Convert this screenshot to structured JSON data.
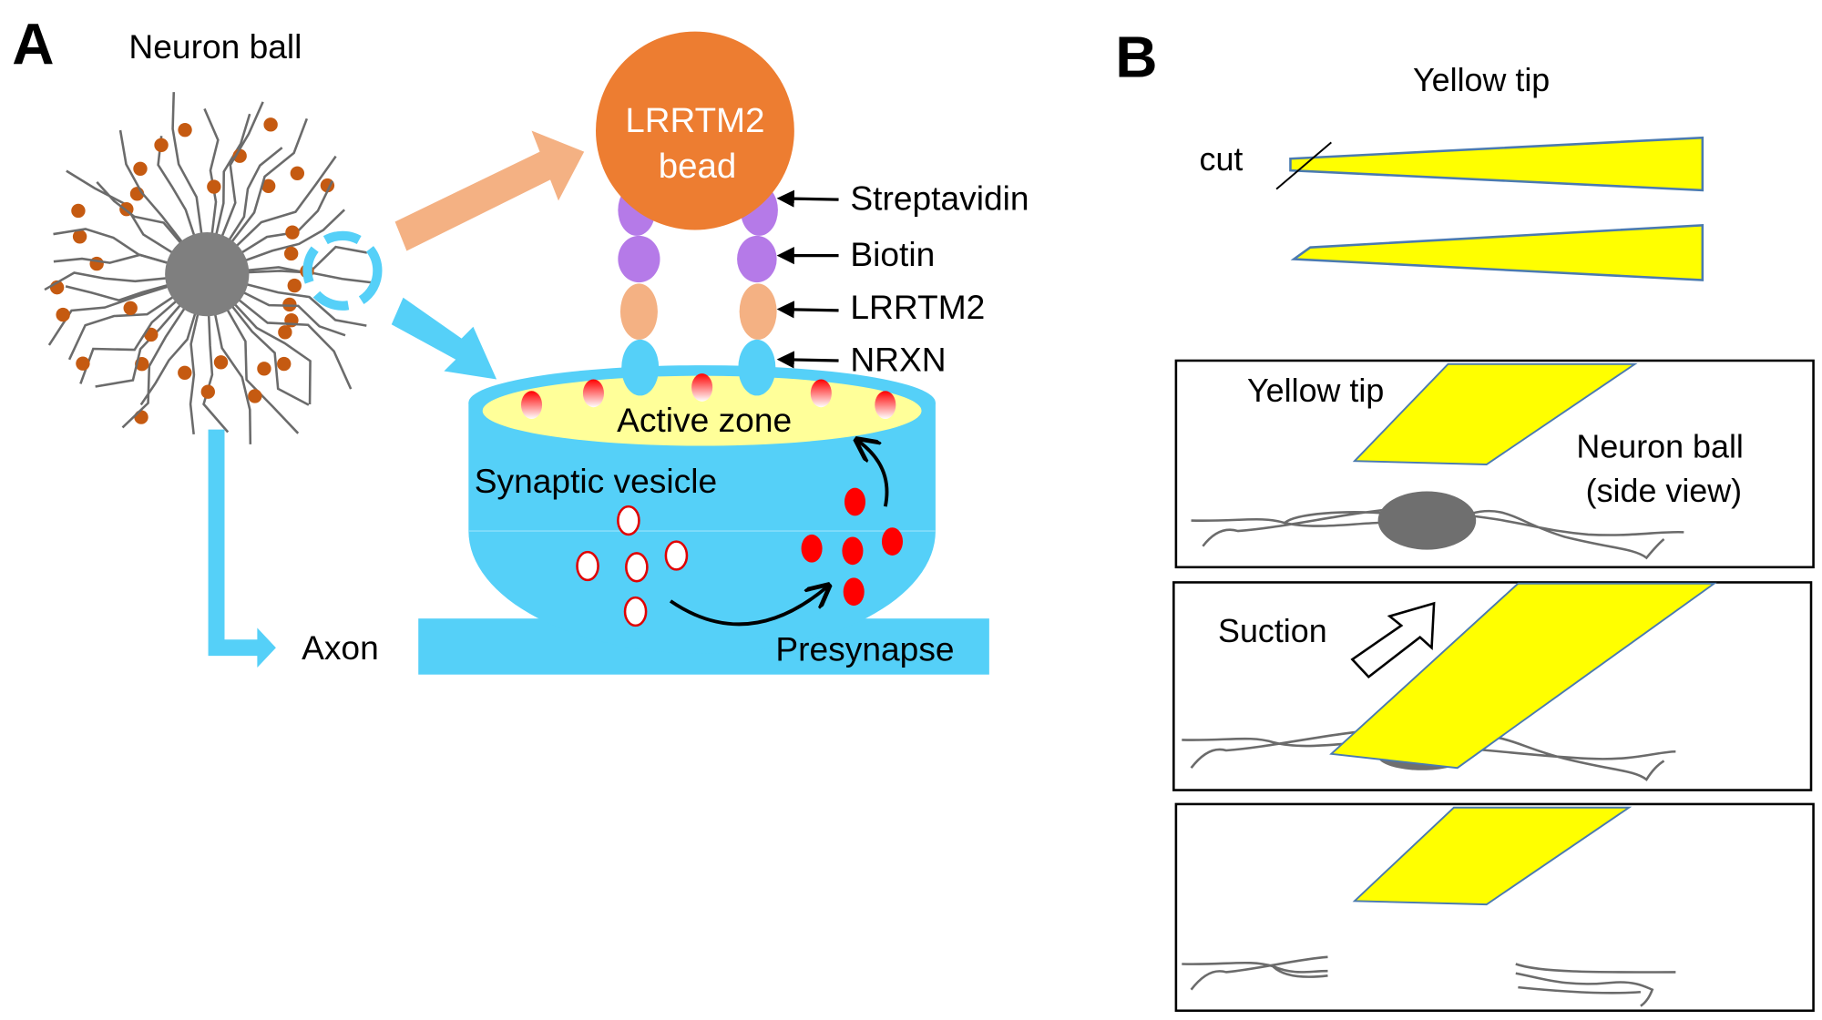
{
  "panel_a": {
    "letter": "A",
    "neuron_ball_label": "Neuron ball",
    "bead_label_line1": "LRRTM2",
    "bead_label_line2": "bead",
    "layers": [
      "Streptavidin",
      "Biotin",
      "LRRTM2",
      "NRXN"
    ],
    "active_zone_label": "Active zone",
    "synaptic_vesicle_label": "Synaptic vesicle",
    "axon_label": "Axon",
    "presynapse_label": "Presynapse"
  },
  "panel_b": {
    "letter": "B",
    "yellow_tip_title": "Yellow tip",
    "cut_label": "cut",
    "step1": {
      "tip_label": "Yellow tip",
      "ball_label_line1": "Neuron ball",
      "ball_label_line2": "(side view)"
    },
    "step2": {
      "suction_label": "Suction"
    }
  },
  "colors": {
    "bead": "#ed7d31",
    "cyan": "#55d0f8",
    "salmon": "#f4b183",
    "purple": "#b57ae8",
    "yellow": "#ffff00",
    "active_zone": "#ffff99",
    "dot": "#c55a11",
    "vesicle_red": "#ff0000",
    "soma_gray": "#7f7f7f"
  }
}
